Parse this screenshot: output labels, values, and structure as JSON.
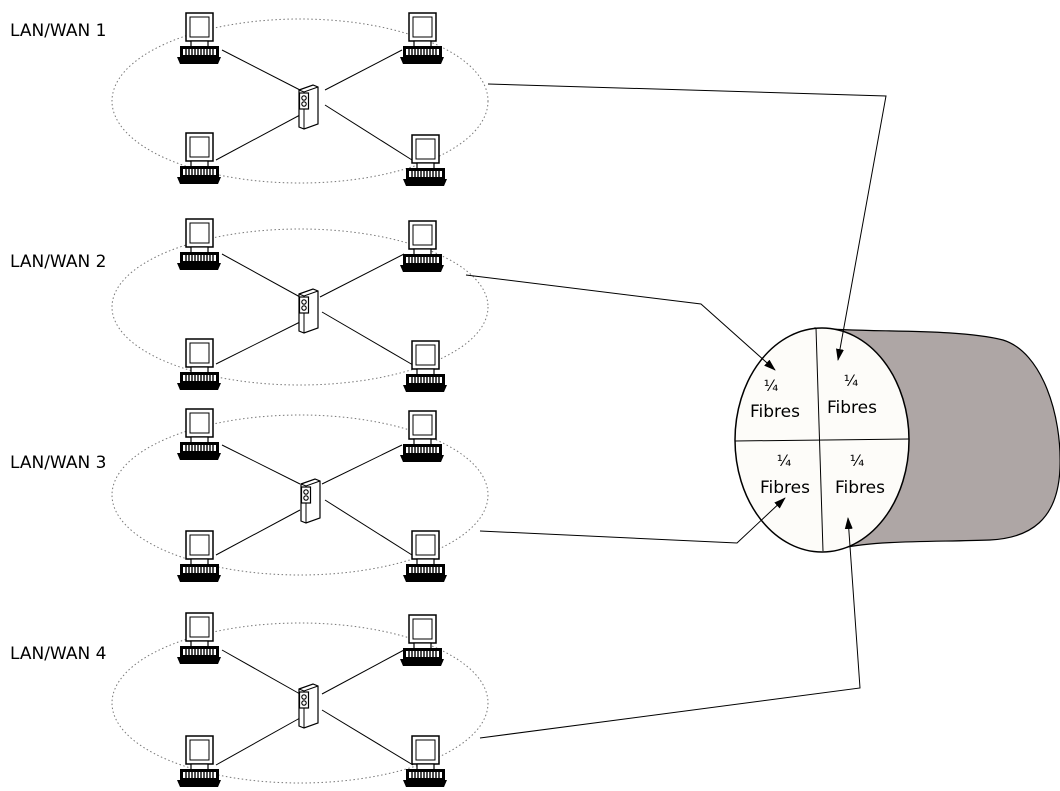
{
  "networks": [
    {
      "label": "LAN/WAN 1"
    },
    {
      "label": "LAN/WAN 2"
    },
    {
      "label": "LAN/WAN 3"
    },
    {
      "label": "LAN/WAN 4"
    }
  ],
  "cable": {
    "quadrants": [
      {
        "fraction": "¼",
        "label": "Fibres"
      },
      {
        "fraction": "¼",
        "label": "Fibres"
      },
      {
        "fraction": "¼",
        "label": "Fibres"
      },
      {
        "fraction": "¼",
        "label": "Fibres"
      }
    ],
    "body_color": "#aea6a5",
    "face_color": "#fdfcf9"
  },
  "icons": {
    "workstation": "computer-terminal-icon",
    "hub": "network-hub-icon"
  }
}
